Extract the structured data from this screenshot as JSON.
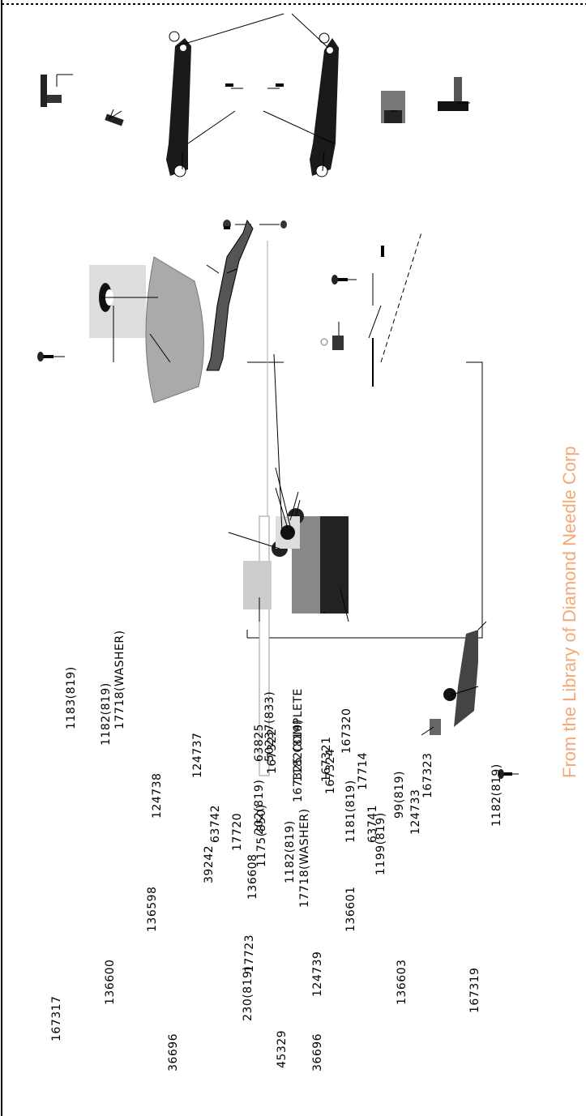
{
  "labels": {
    "p36696_top": "36696",
    "p45329": "45329",
    "p36696_bot": "36696",
    "p167317": "167317",
    "p136600": "136600",
    "p136598": "136598",
    "p17723": "17723",
    "p1175": "1175(850)",
    "p230": "230(819)",
    "p136601": "136601",
    "p136603": "136603",
    "p167319": "167319",
    "p1183": "1183(819)",
    "p1182_a": "1182(819)",
    "p17718_a": "17718(WASHER)",
    "p124738": "124738",
    "p124737": "124737",
    "p63742": "63742",
    "p17720": "17720",
    "p136608": "136608",
    "p39242": "39242",
    "p63741": "63741",
    "p1199": "1199(819)",
    "p167325": "167325 COMPLETE",
    "p167324": "167324",
    "p1181": "1181(819)",
    "p50237": "50237(833)",
    "p1182_b": "1182(819)",
    "p17718_b": "17718(WASHER)",
    "p124739": "124739",
    "p17714": "17714",
    "p63825": "63825",
    "p202": "202(819)",
    "p167320": "167320",
    "p167322": "167322",
    "p1182_c": "1182(819)",
    "p167321": "167321",
    "p99": "99(819)",
    "p124733": "124733",
    "p167323": "167323",
    "p1182_d": "1182(819)"
  },
  "watermark": "From the Library of Diamond Needle Corp"
}
